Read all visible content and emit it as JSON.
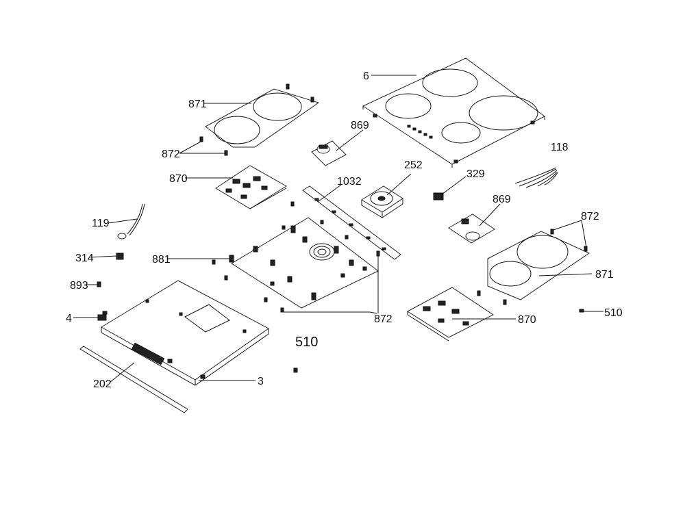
{
  "labels": {
    "l6": "6",
    "l871a": "871",
    "l872a": "872",
    "l869a": "869",
    "l870a": "870",
    "l1032": "1032",
    "l252": "252",
    "l329": "329",
    "l118": "118",
    "l869b": "869",
    "l872b": "872",
    "l119": "119",
    "l314": "314",
    "l881": "881",
    "l893": "893",
    "l871b": "871",
    "l510a": "510",
    "l872c": "872",
    "l870b": "870",
    "l4": "4",
    "l510b": "510",
    "l202": "202",
    "l3": "3"
  },
  "colors": {
    "ink": "#111111",
    "paper": "#ffffff"
  }
}
